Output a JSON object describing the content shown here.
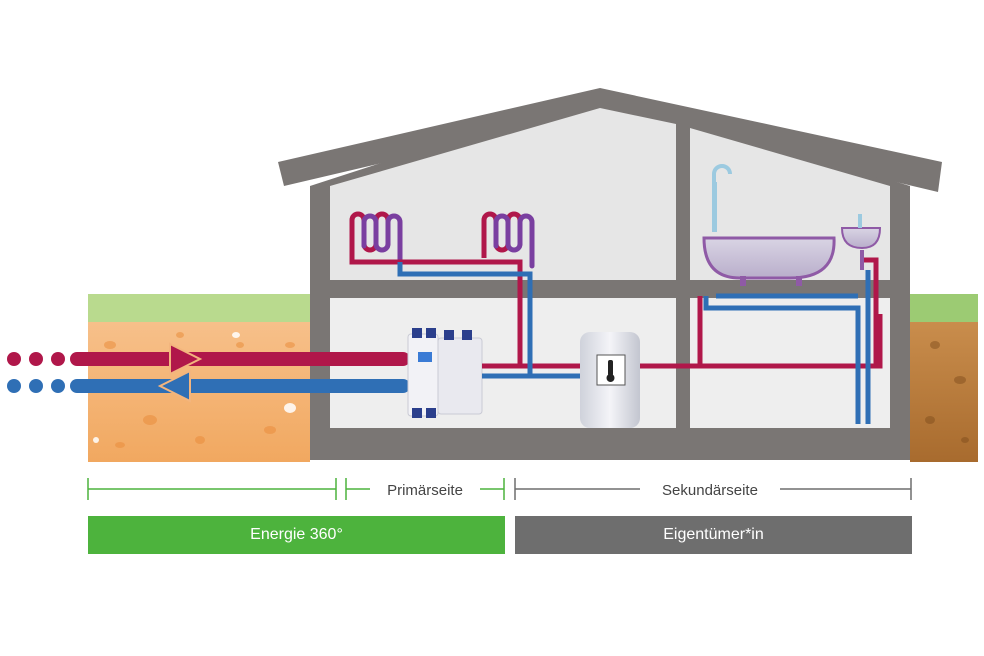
{
  "brackets": {
    "primary_label": "Primärseite",
    "secondary_label": "Sekundärseite"
  },
  "bars": {
    "provider_label": "Energie 360°",
    "owner_label": "Eigentümer*in"
  },
  "colors": {
    "supply": "#b0174a",
    "return": "#2f6fb5",
    "provider": "#4db33d",
    "owner": "#6e6e6e",
    "house_frame": "#7a7674",
    "wall": "#e9e9e9",
    "soil": "#f4b57a",
    "grass": "#b5d88a"
  }
}
